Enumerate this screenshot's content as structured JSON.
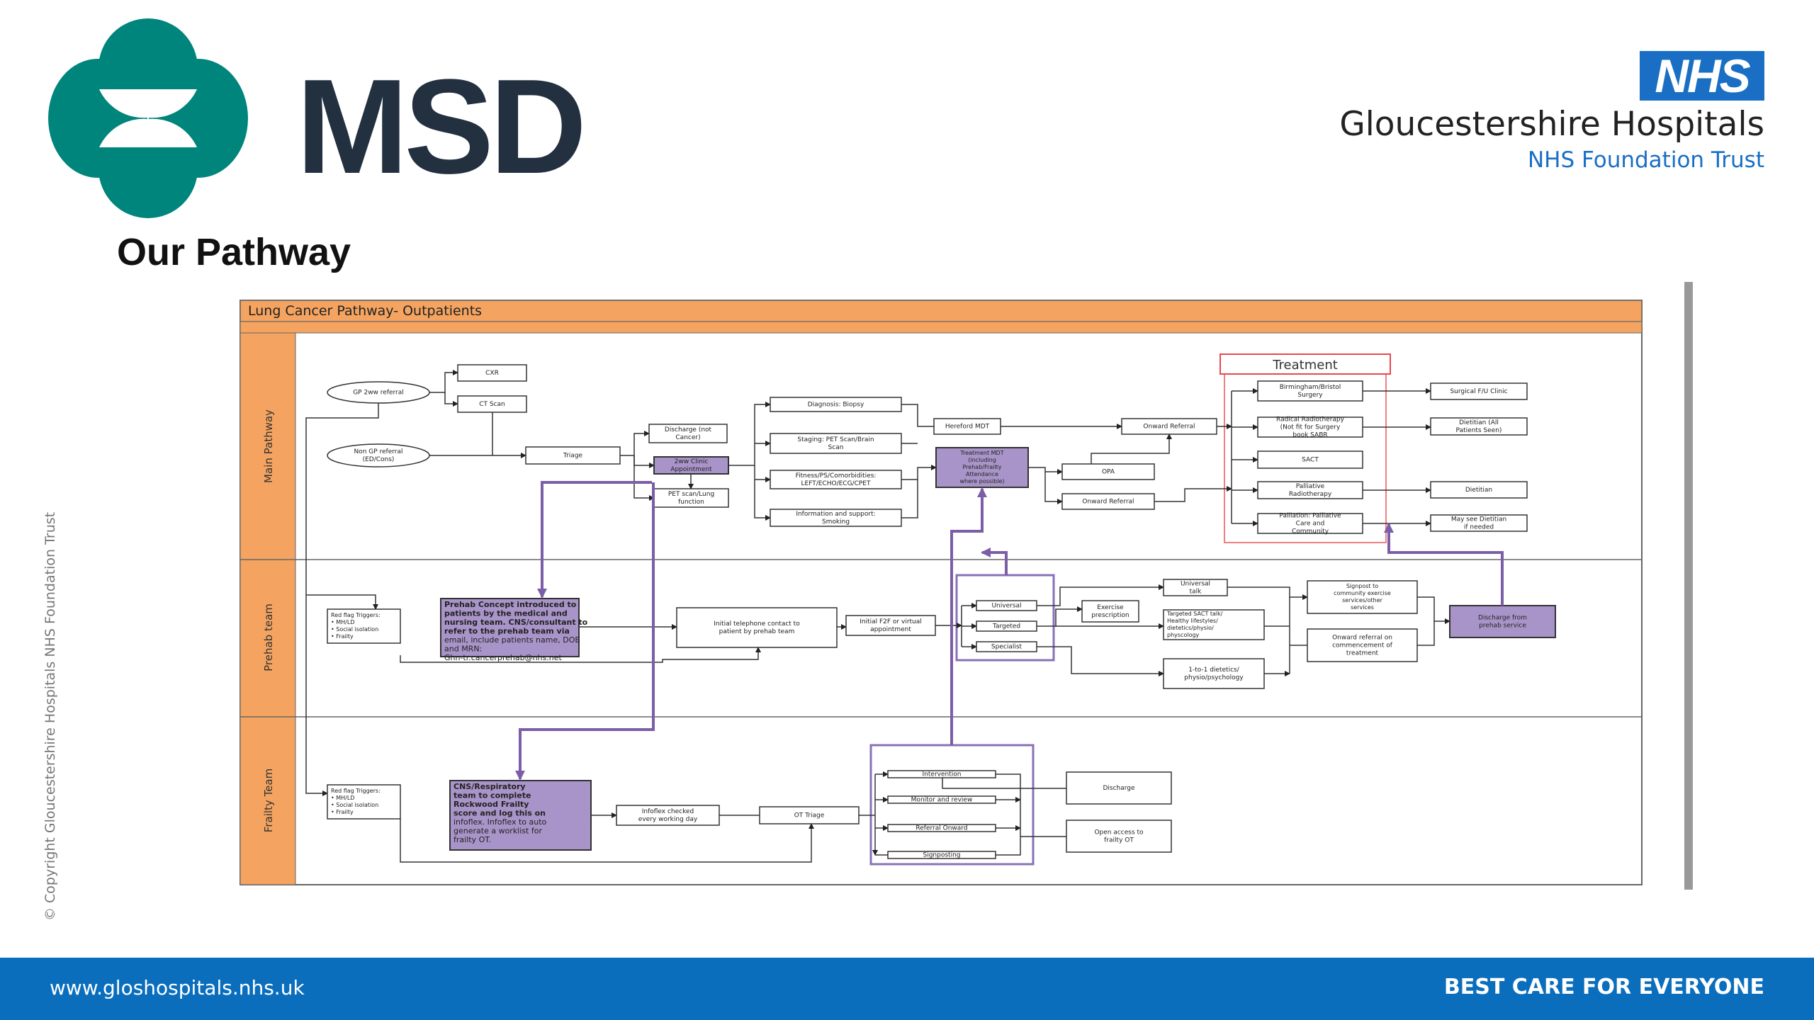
{
  "header": {
    "msd_wordmark": "MSD",
    "page_title": "Our Pathway",
    "nhs_badge": "NHS",
    "trust_name": "Gloucestershire Hospitals",
    "trust_subtitle": "NHS Foundation Trust"
  },
  "copyright": "© Copyright Gloucestershire Hospitals NHS Foundation Trust",
  "footer": {
    "url": "www.gloshospitals.nhs.uk",
    "tagline": "BEST CARE FOR EVERYONE"
  },
  "colors": {
    "msd_teal": "#00857c",
    "msd_navy": "#233040",
    "nhs_blue": "#1a6fc4",
    "footer_blue": "#0a6ebd",
    "lane_orange": "#f4a460",
    "highlight_purple": "#a894c8",
    "arrow_purple": "#7b5ea7",
    "treatment_red": "#e8474f"
  },
  "diagram": {
    "title": "Lung Cancer Pathway- Outpatients",
    "lanes": [
      {
        "id": "main",
        "label": "Main Pathway"
      },
      {
        "id": "prehab",
        "label": "Prehab team"
      },
      {
        "id": "frailty",
        "label": "Frailty Team"
      }
    ],
    "treatment_label": "Treatment",
    "nodes": [
      {
        "id": "gp2ww",
        "shape": "ellipse",
        "style": "plain",
        "text": [
          "GP 2ww referral"
        ]
      },
      {
        "id": "nongp",
        "shape": "ellipse",
        "style": "plain",
        "text": [
          "Non GP referral",
          "(ED/Cons)"
        ]
      },
      {
        "id": "cxr",
        "style": "plain",
        "text": [
          "CXR"
        ]
      },
      {
        "id": "ct",
        "style": "plain",
        "text": [
          "CT Scan"
        ]
      },
      {
        "id": "triage",
        "style": "plain",
        "text": [
          "Triage"
        ]
      },
      {
        "id": "discharge_nc",
        "style": "plain",
        "text": [
          "Discharge (not",
          "Cancer)"
        ]
      },
      {
        "id": "clinic2ww",
        "style": "purple",
        "text": [
          "2ww Clinic",
          "Appointment"
        ]
      },
      {
        "id": "petlung",
        "style": "plain",
        "text": [
          "PET scan/Lung",
          "function"
        ]
      },
      {
        "id": "biopsy",
        "style": "plain",
        "text": [
          "Diagnosis: Biopsy"
        ]
      },
      {
        "id": "staging",
        "style": "plain",
        "text": [
          "Staging: PET Scan/Brain",
          "Scan"
        ]
      },
      {
        "id": "fitness",
        "style": "plain",
        "text": [
          "Fitness/PS/Comorbidities:",
          "LEFT/ECHO/ECG/CPET"
        ]
      },
      {
        "id": "info",
        "style": "plain",
        "text": [
          "Information and support:",
          "Smoking"
        ]
      },
      {
        "id": "hereford",
        "style": "plain",
        "text": [
          "Hereford MDT"
        ]
      },
      {
        "id": "tmdt",
        "style": "purple",
        "text": [
          "Treatment MDT",
          "(including",
          "Prehab/Frailty",
          "Attendance",
          "where possible)"
        ]
      },
      {
        "id": "onward1",
        "style": "plain",
        "text": [
          "Onward Referral"
        ]
      },
      {
        "id": "opa",
        "style": "plain",
        "text": [
          "OPA"
        ]
      },
      {
        "id": "onward2",
        "style": "plain",
        "text": [
          "Onward Referral"
        ]
      },
      {
        "id": "surgery",
        "style": "plain",
        "text": [
          "Birmingham/Bristol",
          "Surgery"
        ]
      },
      {
        "id": "radical",
        "style": "plain",
        "text": [
          "Radical Radiotherapy",
          "(Not fit for Surgery",
          "book SABR"
        ]
      },
      {
        "id": "sact",
        "style": "plain",
        "text": [
          "SACT"
        ]
      },
      {
        "id": "palrt",
        "style": "plain",
        "text": [
          "Palliative",
          "Radiotherapy"
        ]
      },
      {
        "id": "palcare",
        "style": "plain",
        "text": [
          "Palliation: Palliative",
          "Care and",
          "Community"
        ]
      },
      {
        "id": "surgfu",
        "style": "plain",
        "text": [
          "Surgical F/U Clinic"
        ]
      },
      {
        "id": "diet_all",
        "style": "plain",
        "text": [
          "Dietitian (All",
          "Patients Seen)"
        ]
      },
      {
        "id": "diet",
        "style": "plain",
        "text": [
          "Dietitian"
        ]
      },
      {
        "id": "diet_maybe",
        "style": "plain",
        "text": [
          "May see Dietitian",
          "if needed"
        ]
      },
      {
        "id": "rf_prehab",
        "style": "list",
        "text": [
          "Red flag Triggers:",
          "•   MH/LD",
          "•   Social isolation",
          "•   Frailty"
        ]
      },
      {
        "id": "prehab_concept",
        "style": "purple-bold",
        "text": [
          "Prehab Concept introduced to",
          "patients by the medical and",
          "nursing team. CNS/consultant to",
          "refer to the prehab team via",
          "email,  include patients name, DOB",
          "and MRN:",
          "Ghn-tr.cancerprehab@nhs.net"
        ]
      },
      {
        "id": "tel",
        "style": "plain",
        "text": [
          "Initial telephone contact to",
          "patient by prehab team"
        ]
      },
      {
        "id": "f2f",
        "style": "plain",
        "text": [
          "Initial F2F or virtual",
          "appointment"
        ]
      },
      {
        "id": "universal",
        "style": "plain",
        "text": [
          "Universal"
        ]
      },
      {
        "id": "targeted",
        "style": "plain",
        "text": [
          "Targeted"
        ]
      },
      {
        "id": "specialist",
        "style": "plain",
        "text": [
          "Specialist"
        ]
      },
      {
        "id": "exercise",
        "style": "plain",
        "text": [
          "Exercise",
          "prescription"
        ]
      },
      {
        "id": "utalk",
        "style": "plain",
        "text": [
          "Universal",
          "talk"
        ]
      },
      {
        "id": "tsact",
        "style": "plain-left",
        "text": [
          "Targeted SACT talk/",
          "Healthy lifestyles/",
          "dietetics/physio/",
          "physcology"
        ]
      },
      {
        "id": "one2one",
        "style": "plain",
        "text": [
          "1-to-1 dietetics/",
          "physio/psychology"
        ]
      },
      {
        "id": "signpost",
        "style": "plain",
        "text": [
          "Signpost to",
          "community exercise",
          "services/other",
          "services"
        ]
      },
      {
        "id": "onward_tx",
        "style": "plain",
        "text": [
          "Onward referral on",
          "commencement of",
          "treatment"
        ]
      },
      {
        "id": "dis_prehab",
        "style": "purple",
        "text": [
          "Discharge from",
          "prehab service"
        ]
      },
      {
        "id": "rf_frailty",
        "style": "list",
        "text": [
          "Red flag Triggers:",
          "•   MH/LD",
          "•   Social isolation",
          "•   Frailty"
        ]
      },
      {
        "id": "cns_resp",
        "style": "purple-bold",
        "text": [
          "CNS/Respiratory",
          "team to complete",
          "Rockwood Frailty",
          "score and log this on",
          "infoflex. Infoflex to auto",
          "generate a worklist for",
          "frailty OT."
        ]
      },
      {
        "id": "infoflex",
        "style": "plain",
        "text": [
          "Infoflex checked",
          "every working day"
        ]
      },
      {
        "id": "ottriage",
        "style": "plain",
        "text": [
          "OT Triage"
        ]
      },
      {
        "id": "intervention",
        "style": "plain",
        "text": [
          "Intervention"
        ]
      },
      {
        "id": "monitor",
        "style": "plain",
        "text": [
          "Monitor and review"
        ]
      },
      {
        "id": "refonward",
        "style": "plain",
        "text": [
          "Referral Onward"
        ]
      },
      {
        "id": "signposting",
        "style": "plain",
        "text": [
          "Signposting"
        ]
      },
      {
        "id": "discharge_f",
        "style": "plain",
        "text": [
          "Discharge"
        ]
      },
      {
        "id": "openaccess",
        "style": "plain",
        "text": [
          "Open access to",
          "frailty OT"
        ]
      }
    ]
  }
}
